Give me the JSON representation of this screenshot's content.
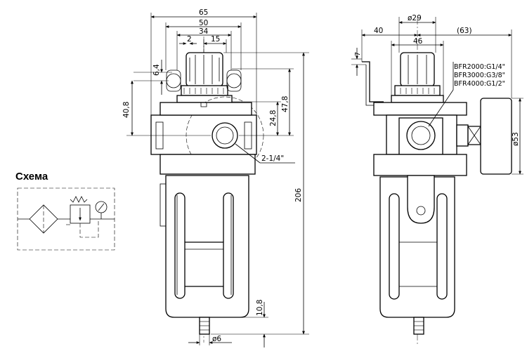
{
  "front_view": {
    "dims": {
      "width_total": "65",
      "width_50": "50",
      "width_34": "34",
      "width_15": "15",
      "width_2": "2",
      "h_6_4": "6,4",
      "h_40_8": "40,8",
      "h_47_8": "47,8",
      "h_24_8": "24,8",
      "h_206": "206",
      "h_10_8": "10,8",
      "drain_dia": "ø6",
      "port": "2-1/4\""
    }
  },
  "side_view": {
    "dims": {
      "d29": "ø29",
      "d46": "46",
      "d40": "40",
      "d63": "(63)",
      "d7": "7",
      "gauge_dia": "ø53"
    },
    "models": [
      "BFR2000:G1/4\"",
      "BFR3000:G3/8\"",
      "BFR4000:G1/2\""
    ]
  },
  "schema": {
    "title": "Схема"
  }
}
